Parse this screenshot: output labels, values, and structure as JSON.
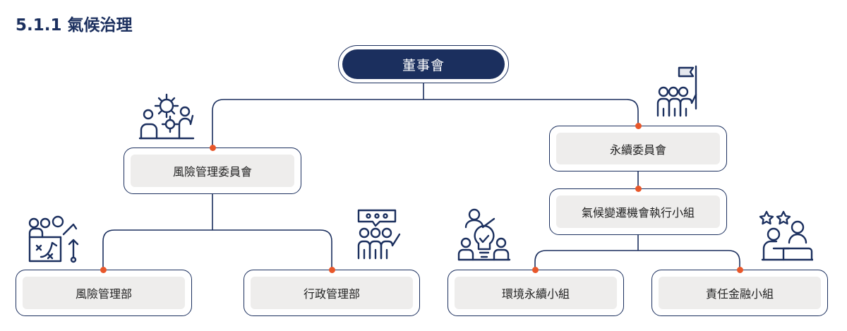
{
  "title": "5.1.1 氣候治理",
  "colors": {
    "navy": "#1b2f5e",
    "connector_dot": "#e8572a",
    "box_fill": "#eeedec"
  },
  "org_chart": {
    "root": "董事會",
    "risk_committee": "風險管理委員會",
    "sustainability_committee": "永續委員會",
    "climate_team": "氣候變遷機會執行小組",
    "risk_dept": "風險管理部",
    "admin_dept": "行政管理部",
    "env_team": "環境永續小組",
    "finance_team": "責任金融小組"
  },
  "icons": {
    "risk_committee": "gears-team-icon",
    "sustainability_committee": "team-flag-icon",
    "risk_dept": "strategy-plan-icon",
    "admin_dept": "meeting-discussion-icon",
    "env_team": "idea-team-icon",
    "finance_team": "rating-stars-icon"
  }
}
